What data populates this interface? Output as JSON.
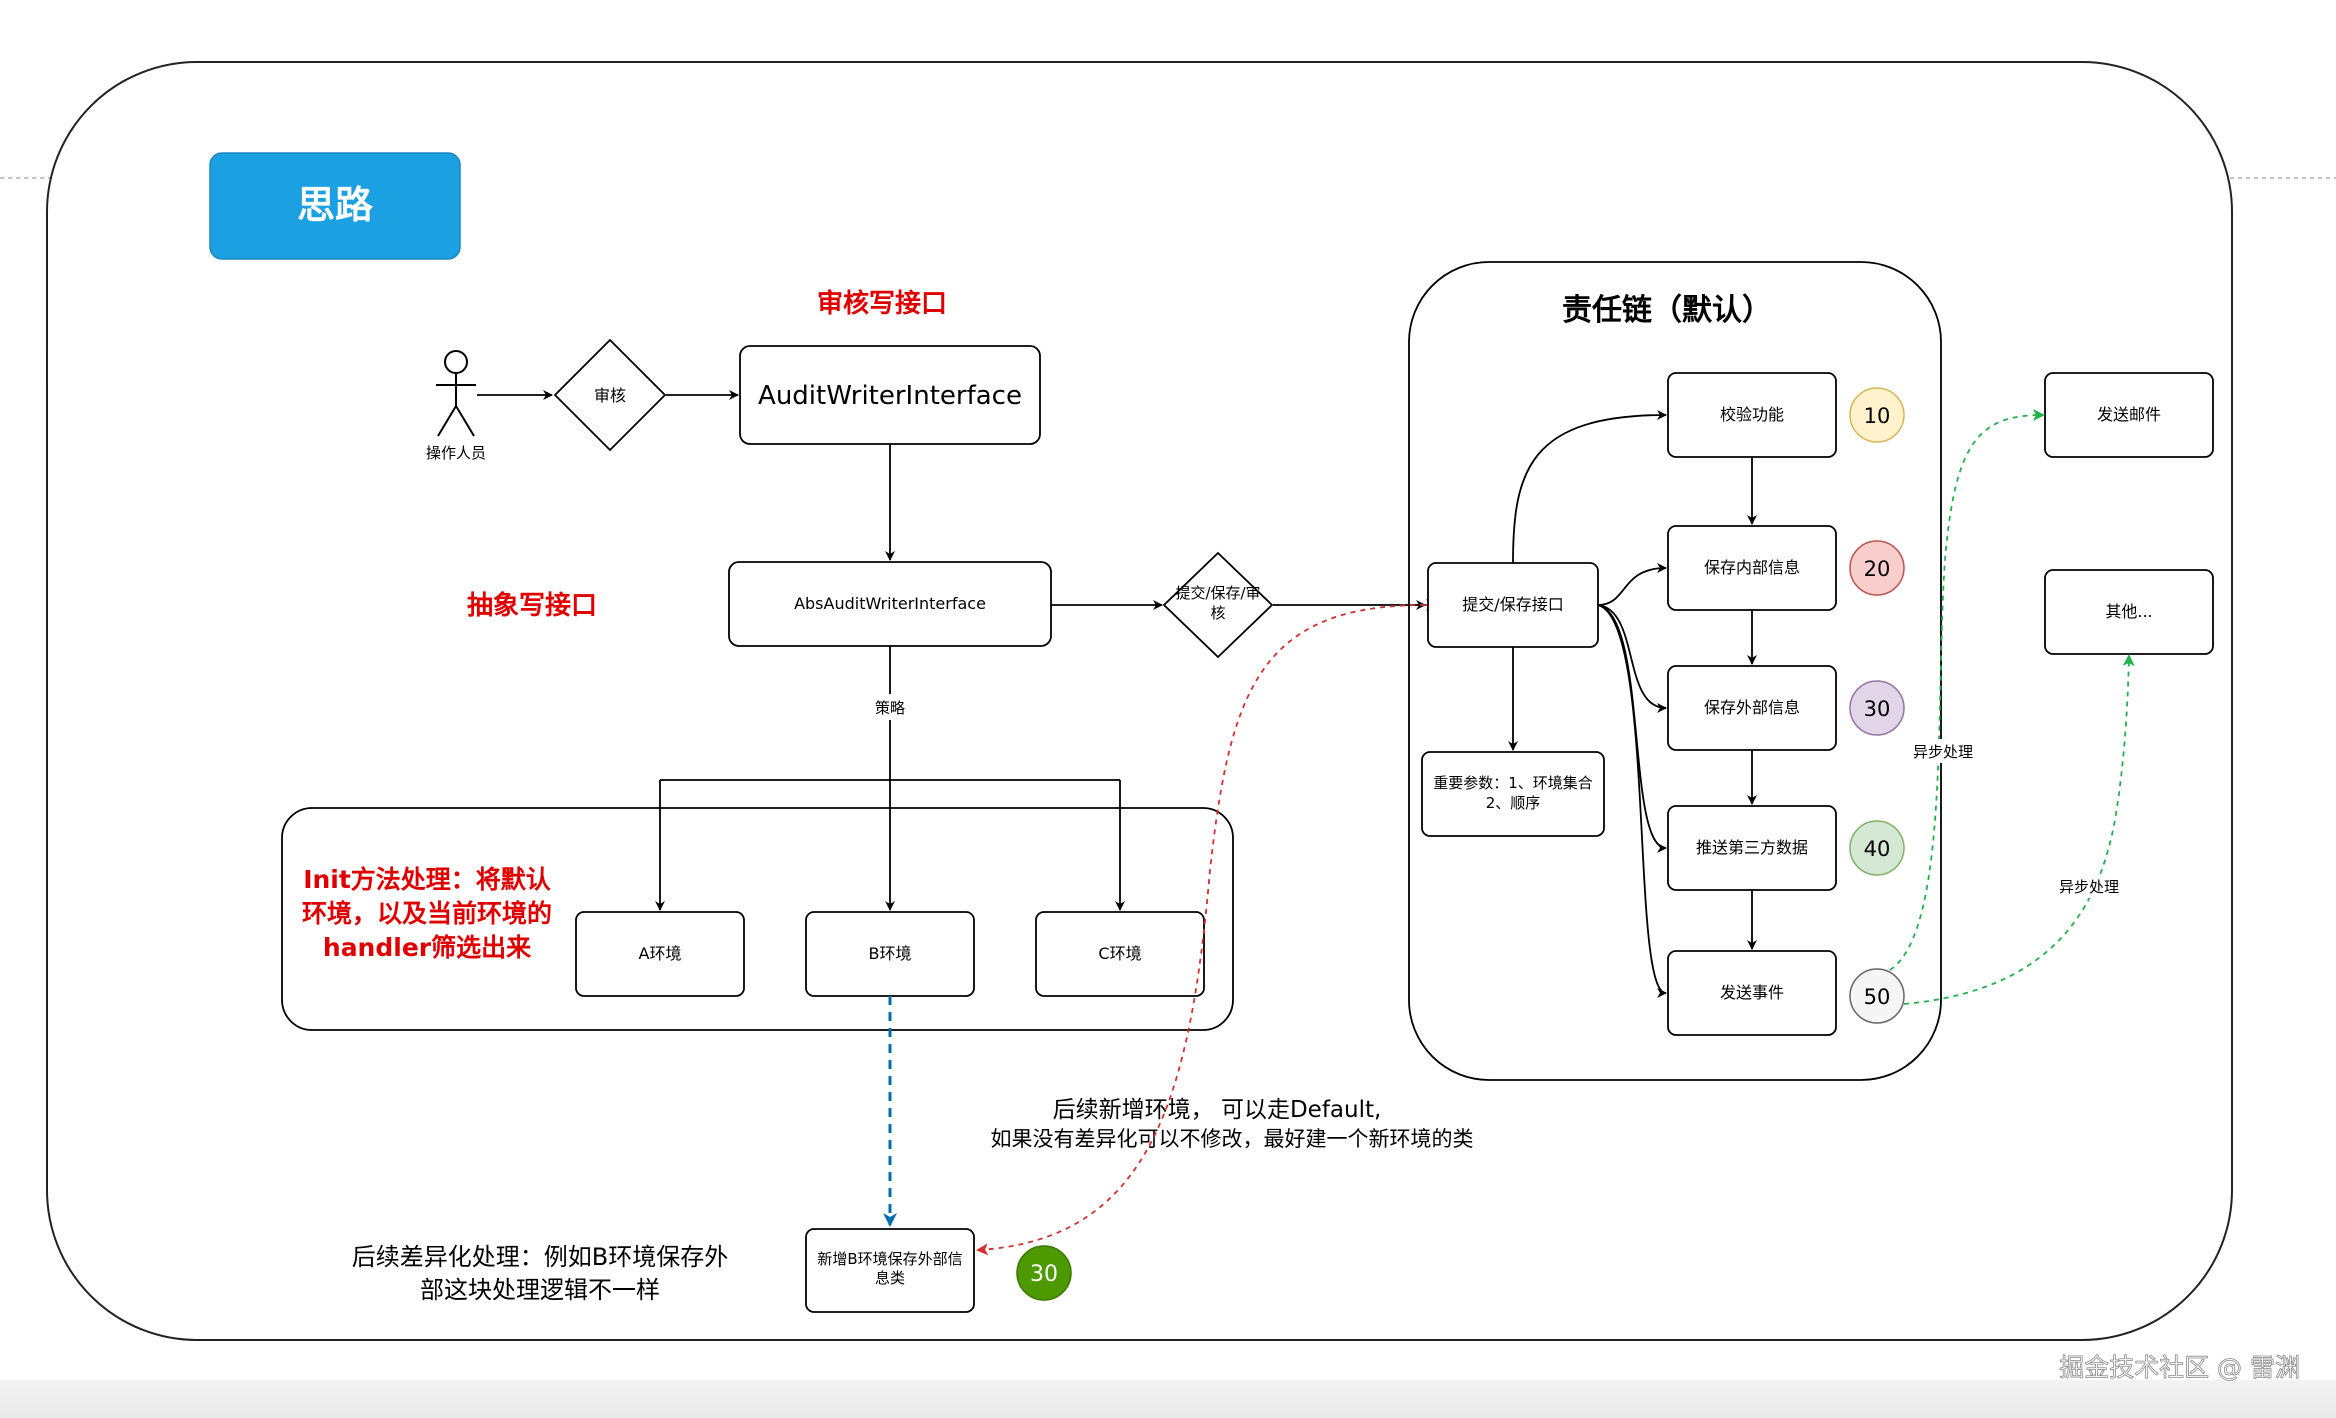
{
  "idea_title": "思路",
  "actor": {
    "label": "操作人员"
  },
  "review_decision": "审核",
  "audit_interface_caption": "审核写接口",
  "audit_writer_interface": "AuditWriterInterface",
  "abstract_interface_caption": "抽象写接口",
  "abs_audit_writer_interface": "AbsAuditWriterInterface",
  "submit_decision": [
    "提交/保存/审",
    "核"
  ],
  "strategy_label": "策略",
  "init_method_note": [
    "Init方法处理：将默认",
    "环境，以及当前环境的",
    "handler筛选出来"
  ],
  "env_a": "A环境",
  "env_b": "B环境",
  "env_c": "C环境",
  "default_env_note": [
    "后续新增环境，  可以走Default,",
    "如果没有差异化可以不修改，最好建一个新环境的类"
  ],
  "diff_note": [
    "后续差异化处理：例如B环境保存外",
    "部这块处理逻辑不一样"
  ],
  "new_b_class": [
    "新增B环境保存外部信",
    "息类"
  ],
  "new_b_order": "30",
  "chain": {
    "title": "责任链（默认）",
    "entry": "提交/保存接口",
    "params": [
      "重要参数：1、环境集合",
      "2、顺序"
    ],
    "steps": [
      {
        "label": "校验功能",
        "order": "10"
      },
      {
        "label": "保存内部信息",
        "order": "20"
      },
      {
        "label": "保存外部信息",
        "order": "30"
      },
      {
        "label": "推送第三方数据",
        "order": "40"
      },
      {
        "label": "发送事件",
        "order": "50"
      }
    ]
  },
  "async_targets": {
    "email": "发送邮件",
    "other": "其他..."
  },
  "async_label_1": "异步处理",
  "async_label_2": "异步处理",
  "watermark": "掘金技术社区 @ 雷渊",
  "colors": {
    "idea_fill": "#1ba1e2",
    "red_text": "#e00000",
    "yellow": "#fff2cc",
    "red_fill": "#f8cecc",
    "purple": "#e1d5e7",
    "green_fill": "#d5e8d4",
    "grey_fill": "#f5f5f5",
    "solid_green": "#4d9900",
    "blue_dashed": "#006eaf",
    "red_dashed": "#d32f2f",
    "green_dashed": "#22b14c"
  }
}
